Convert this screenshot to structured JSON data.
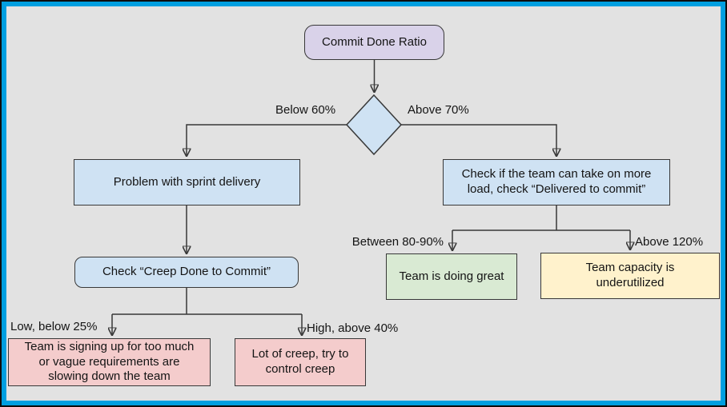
{
  "palette": {
    "frame-blue": "#019fe0",
    "canvas-gray": "#e2e2e2",
    "node-purple": "#d9d2e9",
    "node-blue": "#cfe2f3",
    "node-green": "#d9ead3",
    "node-yellow": "#fff2cc",
    "node-pink": "#f4cccc",
    "stroke": "#383838"
  },
  "nodes": {
    "start": {
      "label": "Commit Done Ratio"
    },
    "problem": {
      "label": "Problem with sprint delivery"
    },
    "check_creep": {
      "label": "Check “Creep Done to Commit”"
    },
    "check_load": {
      "label": "Check if the team can take on more\nload, check “Delivered to commit”"
    },
    "too_much": {
      "label": "Team is signing up for too much\nor vague requirements are\nslowing down the team"
    },
    "lot_creep": {
      "label": "Lot of creep, try to\ncontrol creep"
    },
    "great": {
      "label": "Team is doing great"
    },
    "underutilized": {
      "label": "Team capacity is\nunderutilized"
    }
  },
  "edge_labels": {
    "below_60": "Below 60%",
    "above_70": "Above 70%",
    "between_80_90": "Between 80-90%",
    "above_120": "Above 120%",
    "low_below_25": "Low, below 25%",
    "high_above_40": "High, above 40%"
  }
}
